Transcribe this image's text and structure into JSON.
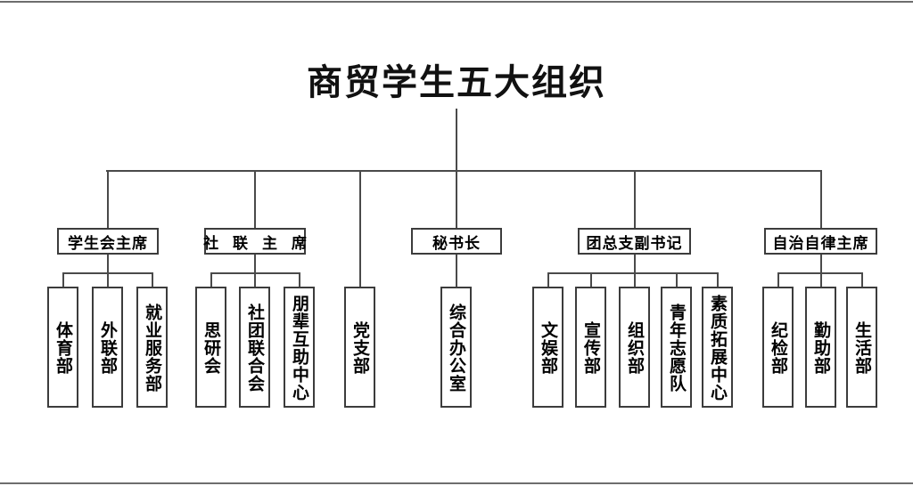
{
  "chart": {
    "title": "商贸学生五大组织",
    "type": "organization-chart",
    "root_label": "商贸学生五大组织",
    "branches": [
      {
        "id": "student-union",
        "label": "学生会主席",
        "spaced": false,
        "children": [
          {
            "id": "sports-dept",
            "label": "体育部"
          },
          {
            "id": "external-liaison-dept",
            "label": "外联部"
          },
          {
            "id": "employment-service-dept",
            "label": "就业服务部"
          }
        ]
      },
      {
        "id": "club-federation",
        "label": "社 联 主 席",
        "spaced": true,
        "children": [
          {
            "id": "research-society",
            "label": "思研会"
          },
          {
            "id": "club-union",
            "label": "社团联合会"
          },
          {
            "id": "peer-support-center",
            "label": "朋辈互助中心"
          }
        ]
      },
      {
        "id": "party-branch-stem",
        "label": "",
        "spaced": false,
        "children": [
          {
            "id": "party-branch",
            "label": "党支部"
          }
        ]
      },
      {
        "id": "secretary-general",
        "label": "秘书长",
        "spaced": false,
        "children": [
          {
            "id": "general-office",
            "label": "综合办公室"
          }
        ]
      },
      {
        "id": "youth-league-deputy-secretary",
        "label": "团总支副书记",
        "spaced": false,
        "children": [
          {
            "id": "entertainment-dept",
            "label": "文娱部"
          },
          {
            "id": "publicity-dept",
            "label": "宣传部"
          },
          {
            "id": "organization-dept",
            "label": "组织部"
          },
          {
            "id": "youth-volunteer-team",
            "label": "青年志愿队"
          },
          {
            "id": "quality-development-center",
            "label": "素质拓展中心"
          }
        ]
      },
      {
        "id": "self-discipline-chair",
        "label": "自治自律主席",
        "spaced": false,
        "children": [
          {
            "id": "discipline-inspection-dept",
            "label": "纪检部"
          },
          {
            "id": "work-study-aid-dept",
            "label": "勤助部"
          },
          {
            "id": "life-dept",
            "label": "生活部"
          }
        ]
      }
    ]
  },
  "colors": {
    "line": "#4a4a4a",
    "box_border": "#3c3c3c",
    "text": "#000000",
    "background": "#ffffff",
    "page_rule": "#6d6d6d"
  }
}
